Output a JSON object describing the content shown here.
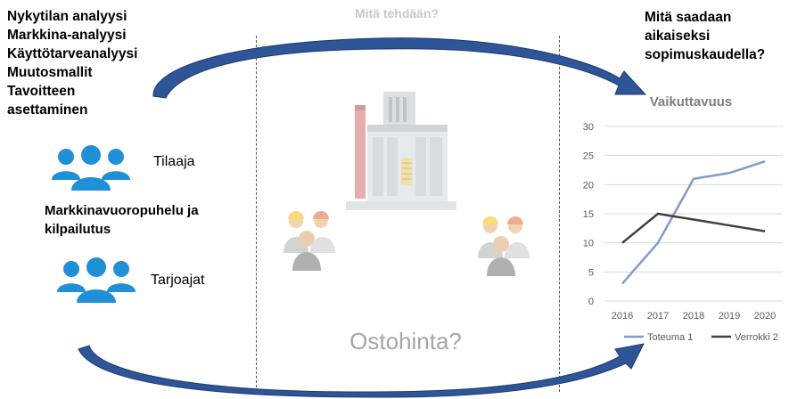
{
  "left_column": {
    "items": [
      "Nykytilan analyysi",
      "Markkina-analyysi",
      "Käyttötarveanalyysi",
      "Muutosmallit",
      "Tavoitteen asettaminen"
    ],
    "buyer_label": "Tilaaja",
    "dialog_label": "Markkinavuoropuhelu ja kilpailutus",
    "suppliers_label": "Tarjoajat"
  },
  "center_column": {
    "title": "Mitä tehdään?",
    "price_label": "Ostohinta?"
  },
  "right_column": {
    "title": "Mitä saadaan aikaiseksi sopimuskaudella?"
  },
  "icons": {
    "buyer": "group-of-people-icon",
    "suppliers": "group-of-people-icon",
    "factory": "factory-icon",
    "workers_left": "construction-workers-icon",
    "workers_right": "construction-workers-icon",
    "arrow_top": "curved-arrow-right-icon",
    "arrow_bottom": "curved-arrow-right-icon"
  },
  "colors": {
    "people_icon": "#1f8fd6",
    "arrow_fill": "#2e5597",
    "series_1": "#7f9cc8",
    "series_2": "#404040",
    "muted_text": "#a6a6a6"
  },
  "chart_data": {
    "type": "line",
    "title": "Vaikuttavuus",
    "categories": [
      "2016",
      "2017",
      "2018",
      "2019",
      "2020"
    ],
    "series": [
      {
        "name": "Toteuma 1",
        "values": [
          3,
          10,
          21,
          22,
          24
        ]
      },
      {
        "name": "Verrokki 2",
        "values": [
          10,
          15,
          14,
          13,
          12
        ]
      }
    ],
    "ylim": [
      0,
      30
    ],
    "yticks": [
      0,
      5,
      10,
      15,
      20,
      25,
      30
    ],
    "grid": true,
    "legend": "bottom"
  }
}
